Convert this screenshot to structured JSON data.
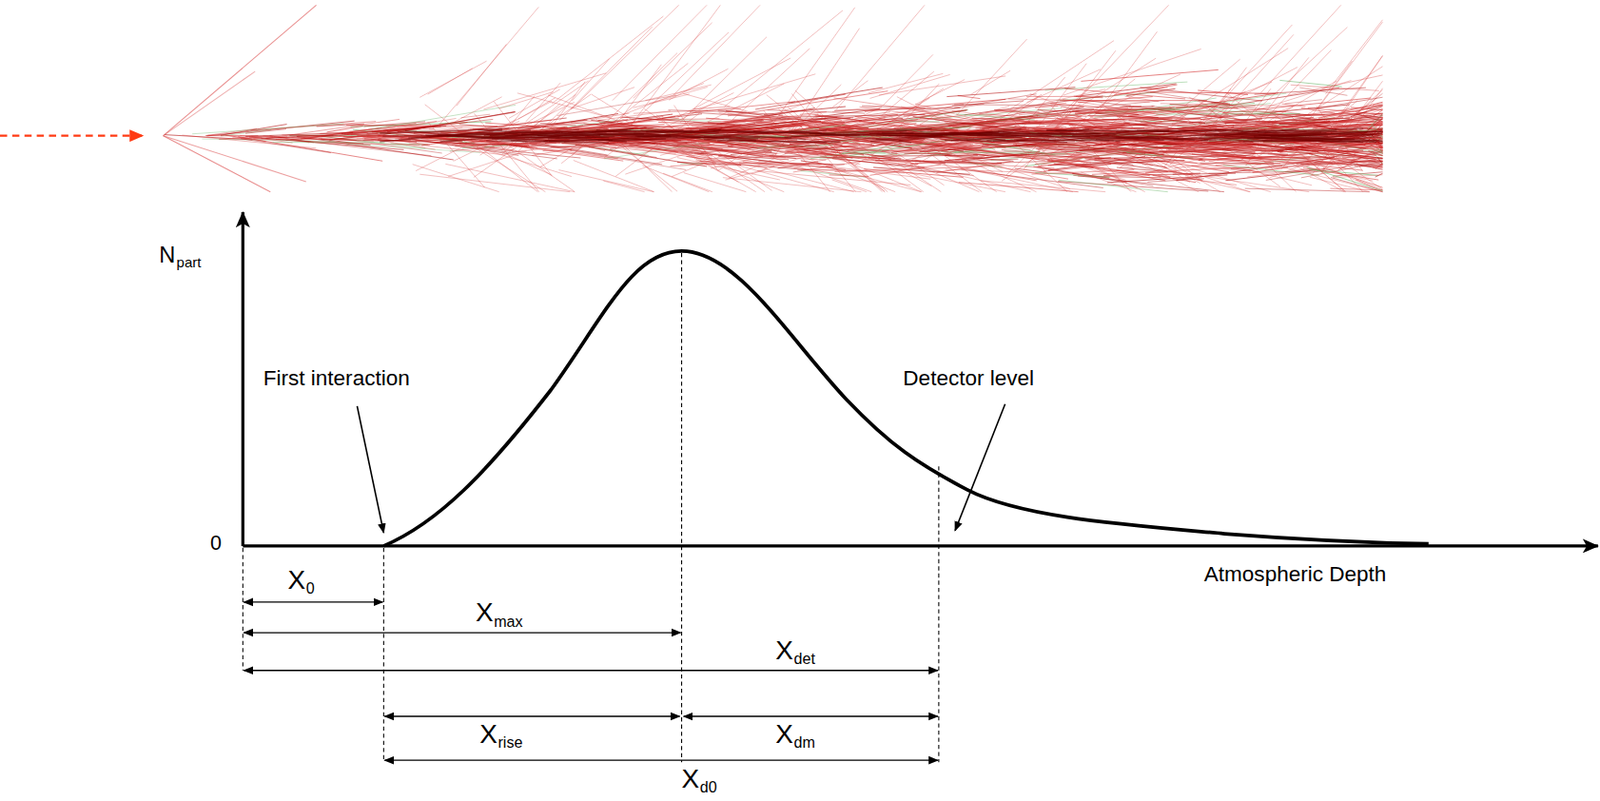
{
  "diagram": {
    "labels": [
      "N",
      "part",
      "0",
      "First interaction",
      "Detector level",
      "Atmospheric Depth",
      "X",
      "0",
      "X",
      "max",
      "X",
      "det",
      "X",
      "rise",
      "X",
      "dm",
      "X",
      "d0"
    ]
  }
}
